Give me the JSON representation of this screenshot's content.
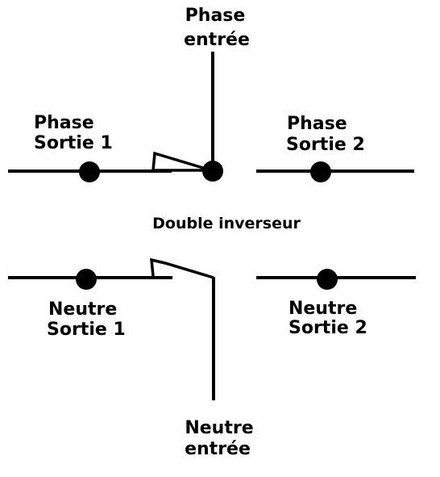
{
  "labels": {
    "phase_in_line1": "Phase",
    "phase_in_line2": "entrée",
    "phase_out1_line1": "Phase",
    "phase_out1_line2": "Sortie 1",
    "phase_out2_line1": "Phase",
    "phase_out2_line2": "Sortie 2",
    "center": "Double inverseur",
    "neutral_out1_line1": "Neutre",
    "neutral_out1_line2": "Sortie 1",
    "neutral_out2_line1": "Neutre",
    "neutral_out2_line2": "Sortie 2",
    "neutral_in_line1": "Neutre",
    "neutral_in_line2": "entrée"
  },
  "colors": {
    "ink": "#000000",
    "background": "#ffffff"
  }
}
